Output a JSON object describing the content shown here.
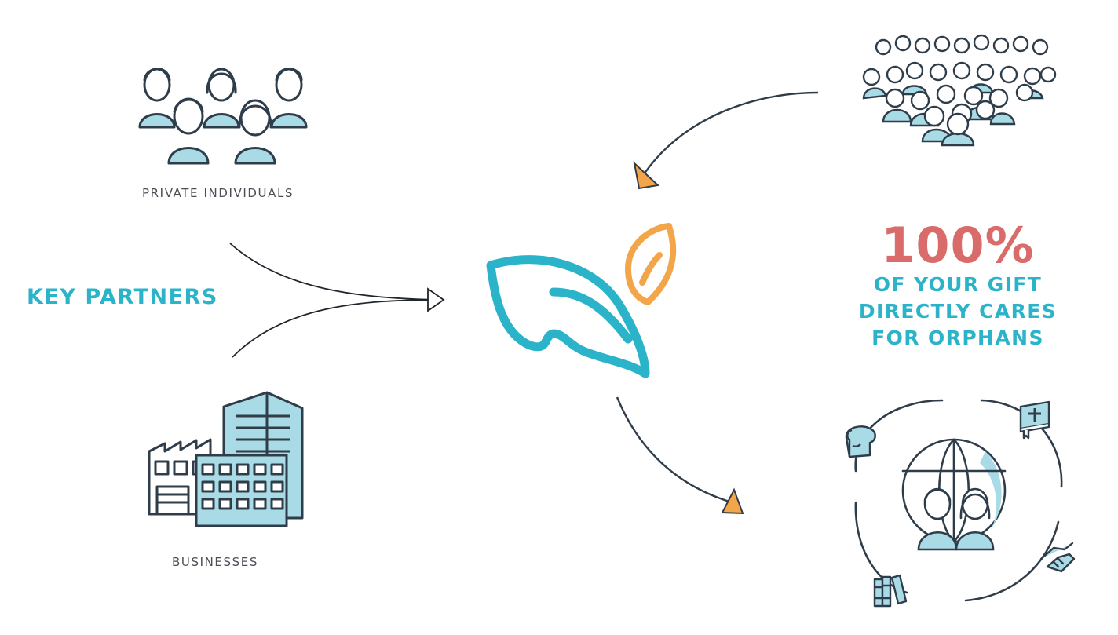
{
  "labels": {
    "private_individuals": "PRIVATE INDIVIDUALS",
    "businesses": "BUSINESSES",
    "key_partners": "KEY PARTNERS"
  },
  "gift": {
    "percent": "100%",
    "line1": "OF YOUR GIFT",
    "line2": "DIRECTLY CARES",
    "line3": "FOR ORPHANS"
  },
  "icons": [
    "group-of-people-icon",
    "office-building-icon",
    "crowd-icon",
    "leaf-logo-icon",
    "globe-family-icon",
    "bread-icon",
    "bible-icon",
    "handshake-icon",
    "books-icon"
  ],
  "colors": {
    "teal": "#2bb3c9",
    "orange": "#f2a649",
    "coral": "#d96b6b",
    "line": "#2f3d4a",
    "fill": "#a9dbe6"
  }
}
